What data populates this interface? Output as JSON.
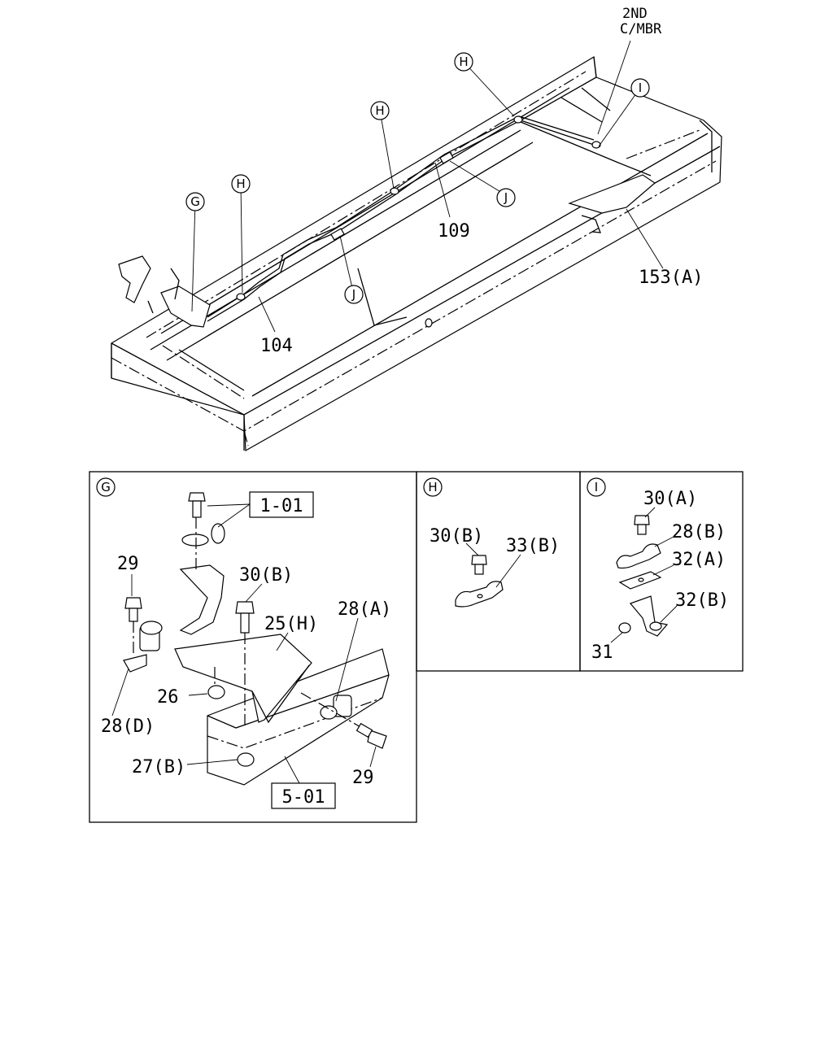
{
  "main_view": {
    "labels": {
      "second_member_line1": "2ND",
      "second_member_line2": "C/MBR",
      "p109": "109",
      "p104": "104",
      "p153a": "153(A)"
    },
    "callouts": {
      "h": "H",
      "i": "I",
      "j": "J",
      "g": "G"
    }
  },
  "detail_g": {
    "marker": "G",
    "ref_top": "1-01",
    "ref_bottom": "5-01",
    "parts": {
      "p29_left": "29",
      "p30b": "30(B)",
      "p25h": "25(H)",
      "p28a": "28(A)",
      "p26": "26",
      "p28d": "28(D)",
      "p27b": "27(B)",
      "p29_right": "29"
    }
  },
  "detail_h": {
    "marker": "H",
    "parts": {
      "p30b": "30(B)",
      "p33b": "33(B)"
    }
  },
  "detail_i": {
    "marker": "I",
    "parts": {
      "p30a": "30(A)",
      "p28b": "28(B)",
      "p32a": "32(A)",
      "p32b": "32(B)",
      "p31": "31"
    }
  }
}
